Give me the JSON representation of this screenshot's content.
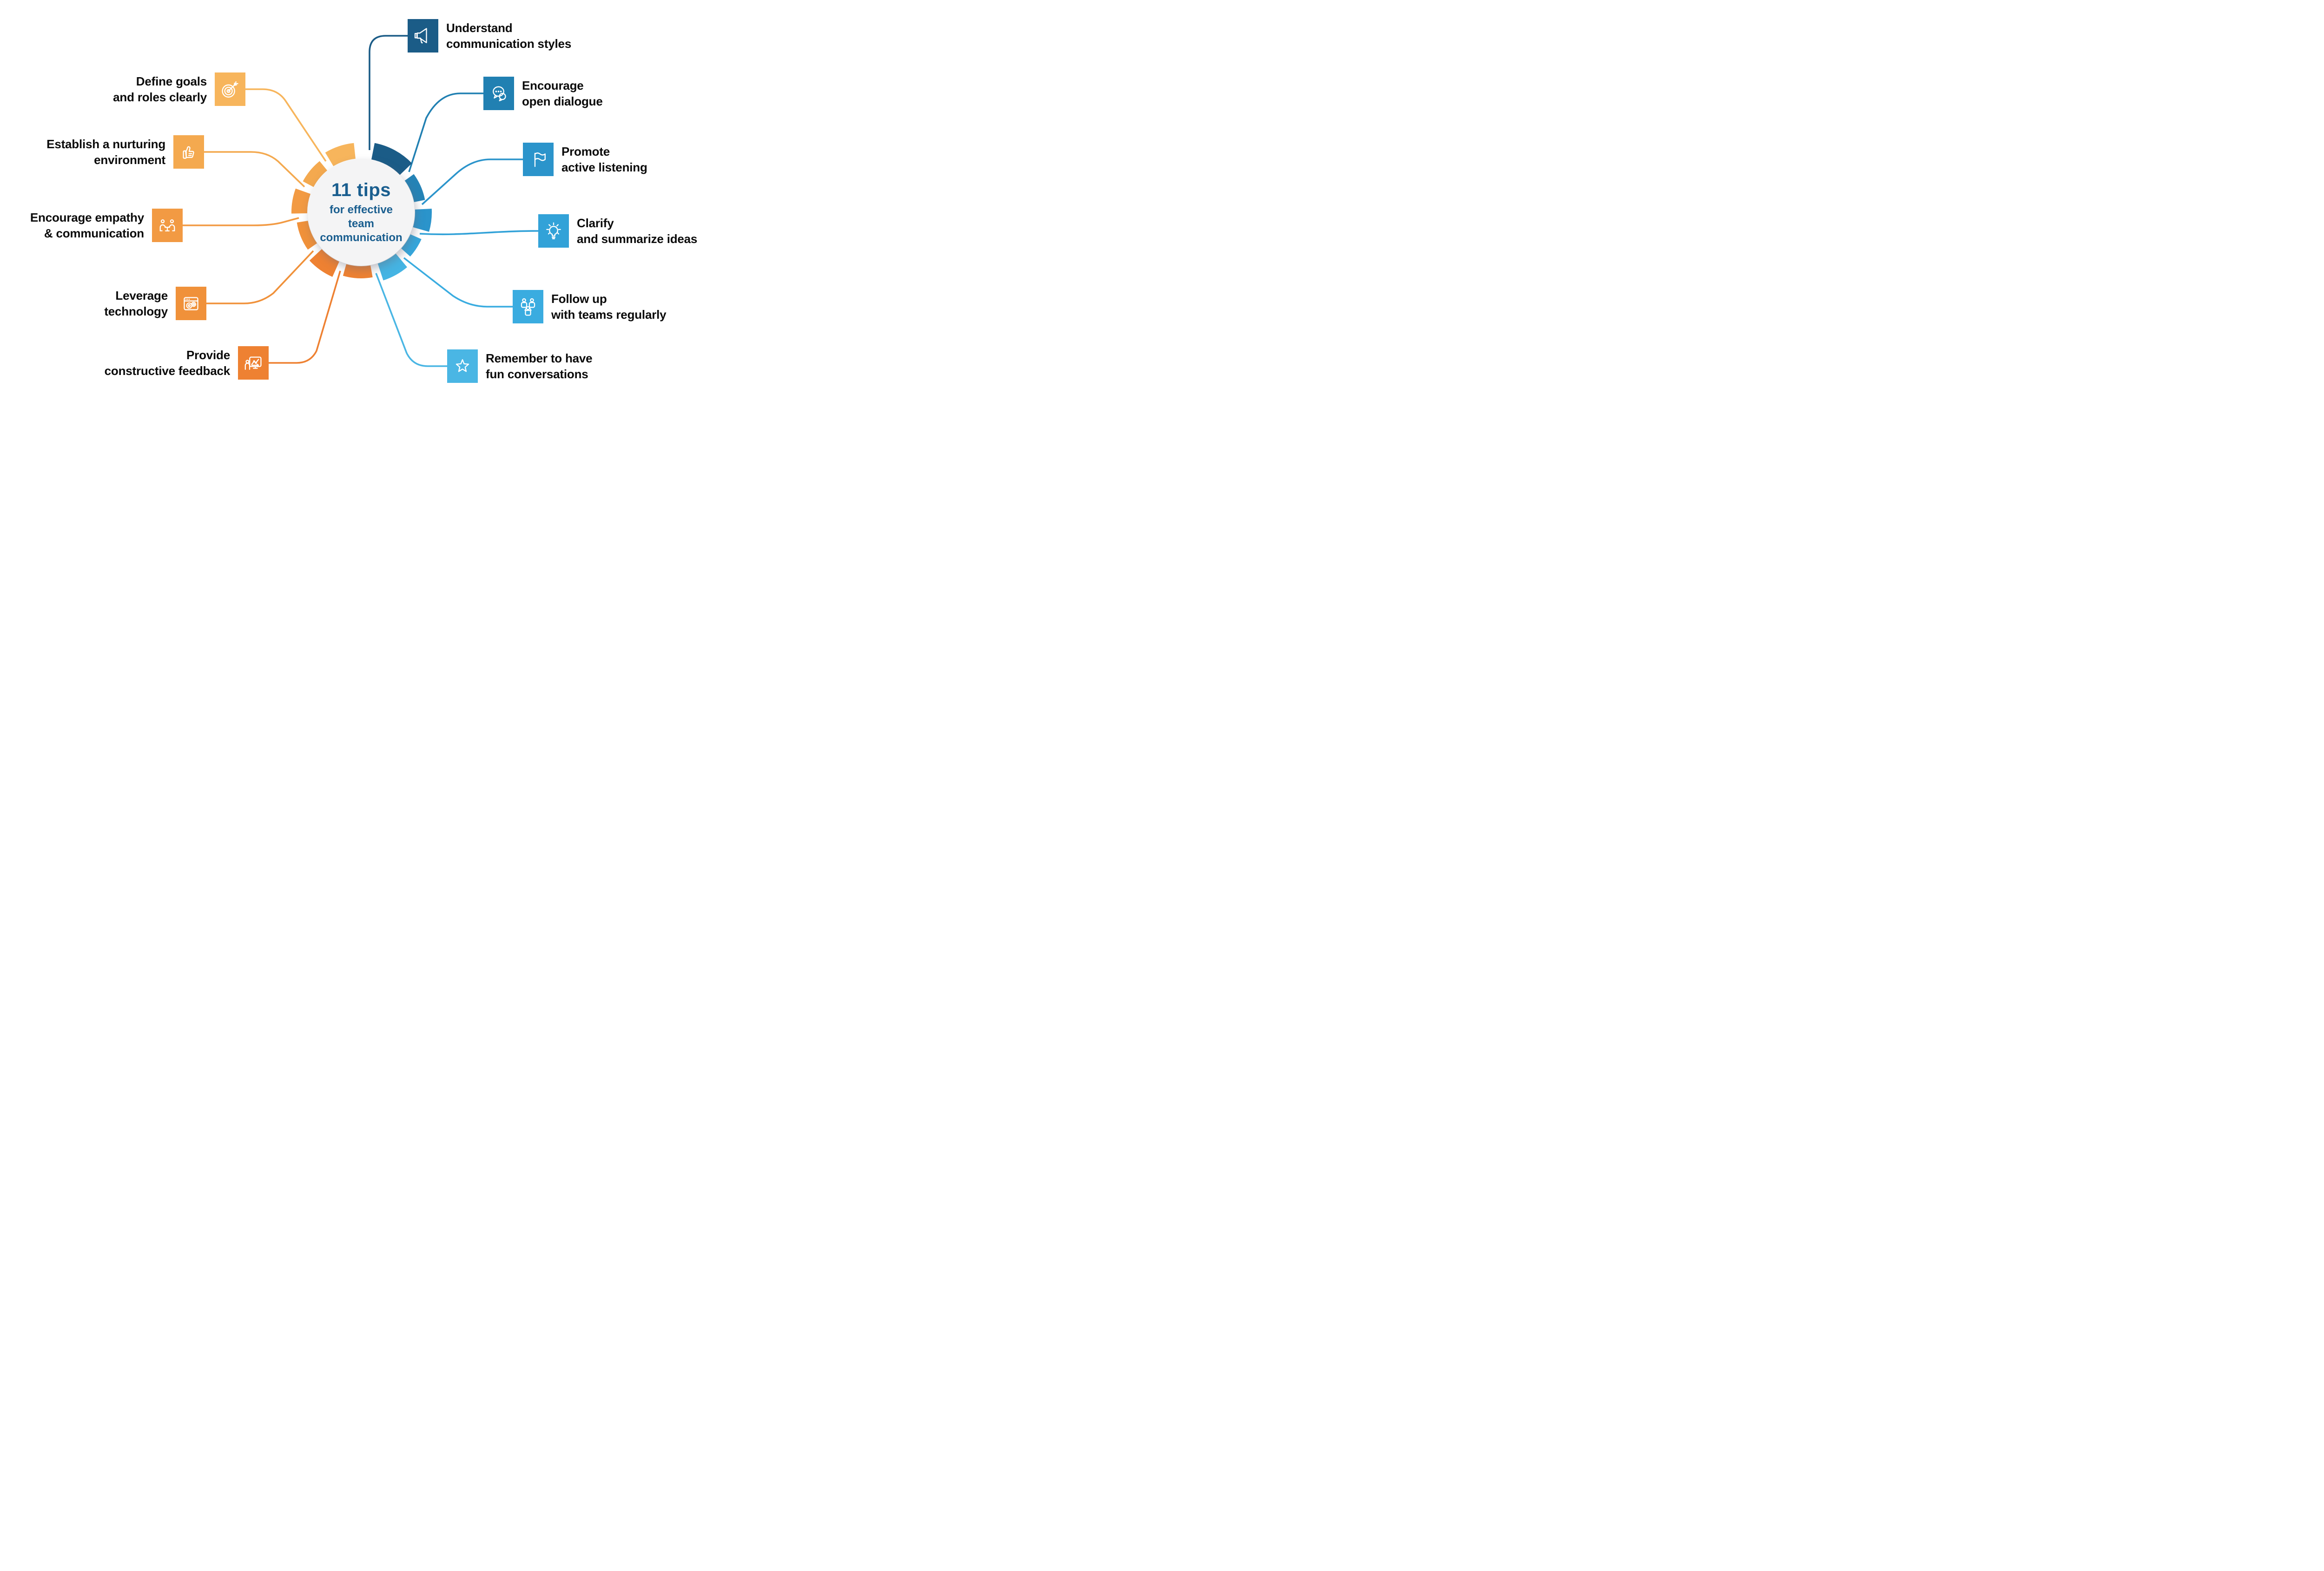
{
  "center": {
    "headline": "11 tips",
    "subline": "for effective\nteam\ncommunication",
    "text_color": "#1a5e8f"
  },
  "items": [
    {
      "label": "Understand\ncommunication styles",
      "icon": "megaphone-icon",
      "color": "#1b5c87"
    },
    {
      "label": "Encourage\nopen dialogue",
      "icon": "chat-bubbles-icon",
      "color": "#2180b2"
    },
    {
      "label": "Promote\nactive listening",
      "icon": "flag-icon",
      "color": "#2b94cb"
    },
    {
      "label": "Clarify\nand summarize ideas",
      "icon": "lightbulb-icon",
      "color": "#32a2d8"
    },
    {
      "label": "Follow up\nwith teams regularly",
      "icon": "team-icon",
      "color": "#3aace0"
    },
    {
      "label": "Remember to have\nfun conversations",
      "icon": "star-icon",
      "color": "#4ab6e4"
    },
    {
      "label": "Provide\nconstructive feedback",
      "icon": "presentation-chart-icon",
      "color": "#ee8132"
    },
    {
      "label": "Leverage\ntechnology",
      "icon": "browser-gears-icon",
      "color": "#f0913a"
    },
    {
      "label": "Encourage empathy\n& communication",
      "icon": "meeting-icon",
      "color": "#f29a43"
    },
    {
      "label": "Establish a nurturing\nenvironment",
      "icon": "thumbs-up-icon",
      "color": "#f4a94f"
    },
    {
      "label": "Define goals\nand roles clearly",
      "icon": "target-icon",
      "color": "#f7b55c"
    }
  ],
  "ring": {
    "segment_colors": [
      "#1b5c87",
      "#2583b6",
      "#2b94cb",
      "#35a6db",
      "#45b4e3",
      "#ee8132",
      "#ee8132",
      "#f0913a",
      "#f29a43",
      "#f4a94f",
      "#f7b55c"
    ]
  }
}
